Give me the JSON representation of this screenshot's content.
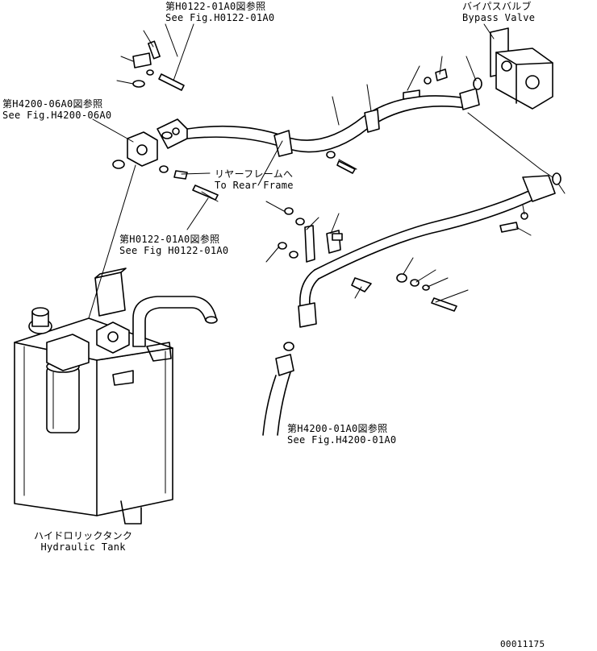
{
  "callouts": {
    "fig_h0122_top": {
      "jp": "第H0122-01A0図参照",
      "en": "See Fig.H0122-01A0"
    },
    "bypass_valve": {
      "jp": "バイパスバルブ",
      "en": "Bypass Valve"
    },
    "fig_h4200_06a0": {
      "jp": "第H4200-06A0図参照",
      "en": "See Fig.H4200-06A0"
    },
    "rear_frame": {
      "jp": "リヤーフレームへ",
      "en": "To Rear Frame"
    },
    "fig_h0122_mid": {
      "jp": "第H0122-01A0図参照",
      "en": "See Fig H0122-01A0"
    },
    "fig_h4200_01a0": {
      "jp": "第H4200-01A0図参照",
      "en": "See Fig.H4200-01A0"
    },
    "hydraulic_tank": {
      "jp": "ハイドロリックタンク",
      "en": "Hydraulic Tank"
    }
  },
  "drawing_number": "00011175"
}
